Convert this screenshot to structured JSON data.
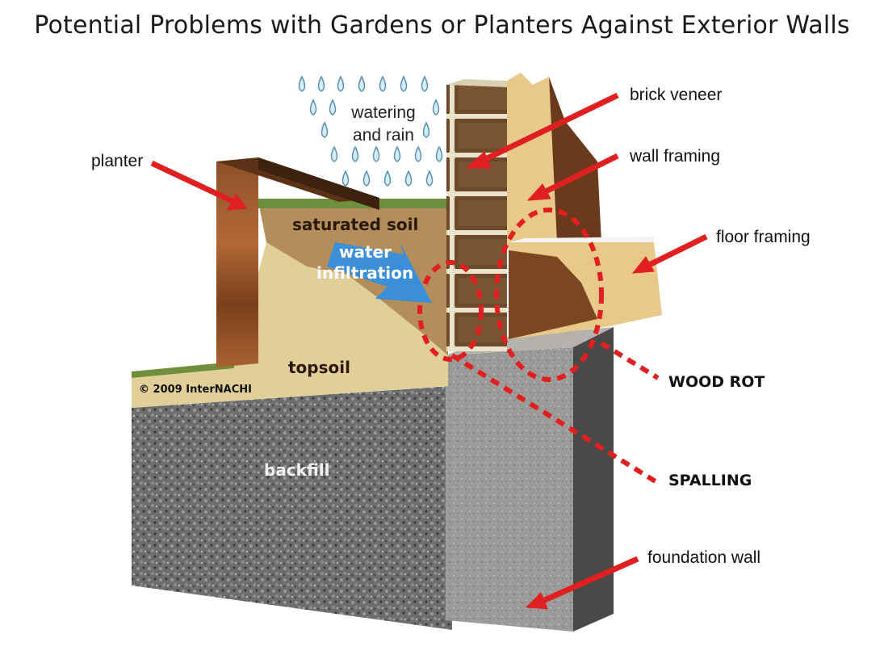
{
  "title": "Potential Problems with Gardens or Planters Against Exterior Walls",
  "labels": {
    "brick_veneer": "brick veneer",
    "wall_framing": "wall framing",
    "planter": "planter",
    "floor_framing": "floor framing",
    "wood_rot": "WOOD ROT",
    "spalling": "SPALLING",
    "foundation_wall": "foundation wall"
  },
  "in_image": {
    "watering_line1": "watering",
    "watering_line2": "and rain",
    "saturated_soil": "saturated soil",
    "water": "water",
    "infiltration": "infiltration",
    "topsoil": "topsoil",
    "backfill": "backfill",
    "copyright": "© 2009 InterNACHI"
  },
  "colors": {
    "arrow_red": "#e02020",
    "water_blue": "#3b8fd8",
    "dashed_red": "#e02020"
  }
}
